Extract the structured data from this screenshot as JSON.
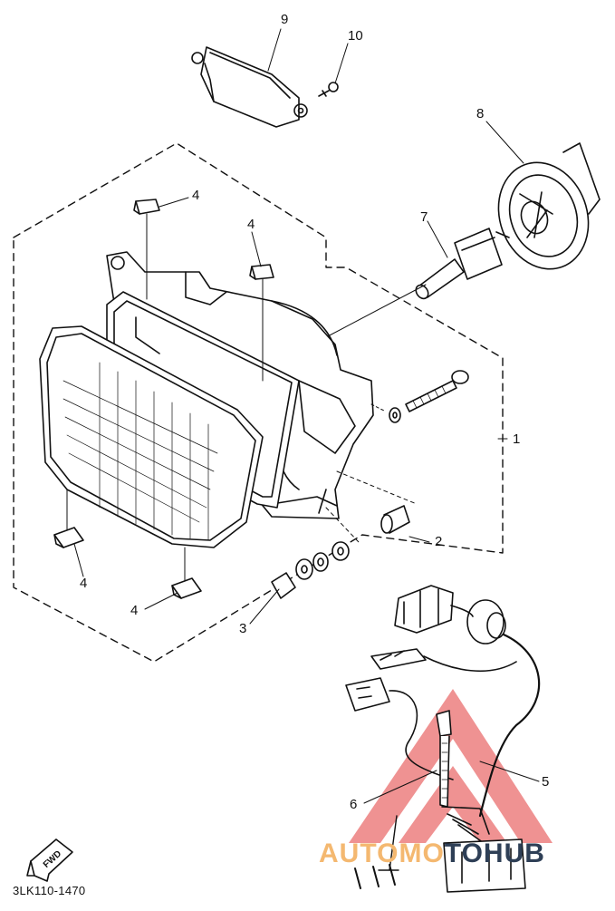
{
  "diagram": {
    "callouts": [
      {
        "id": "1",
        "label": "1"
      },
      {
        "id": "2",
        "label": "2"
      },
      {
        "id": "3",
        "label": "3"
      },
      {
        "id": "4a",
        "label": "4"
      },
      {
        "id": "4b",
        "label": "4"
      },
      {
        "id": "4c",
        "label": "4"
      },
      {
        "id": "4d",
        "label": "4"
      },
      {
        "id": "5",
        "label": "5"
      },
      {
        "id": "6",
        "label": "6"
      },
      {
        "id": "7",
        "label": "7"
      },
      {
        "id": "8",
        "label": "8"
      },
      {
        "id": "9",
        "label": "9"
      },
      {
        "id": "10",
        "label": "10"
      }
    ],
    "diagram_code": "3LK110-1470",
    "fwd_label": "FWD",
    "watermark": {
      "text_left": "AUTOMO",
      "text_right": "TOHUB",
      "color_logo": "#e23a3a",
      "color_text_left": "#f4b870",
      "color_text_right": "#2e3f56"
    },
    "line_color": "#111111"
  }
}
